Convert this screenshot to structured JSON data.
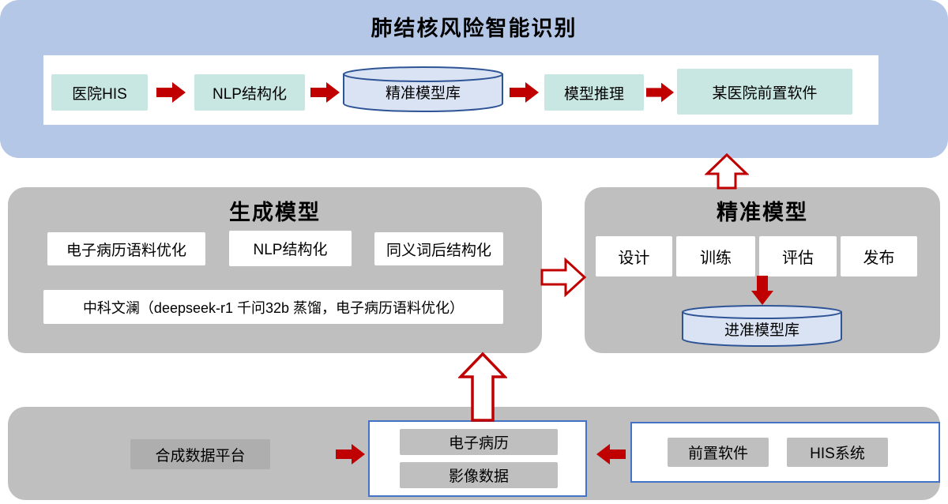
{
  "colors": {
    "top_band": "#b4c7e7",
    "section_gray": "#bfbfbf",
    "node_teal": "#c8e7e2",
    "node_gray": "#bfbfbf",
    "cylinder_fill": "#dae3f3",
    "cylinder_stroke": "#2e5496",
    "container_border": "#4472c4",
    "arrow_red": "#c00000"
  },
  "top_section": {
    "title": "肺结核风险智能识别",
    "nodes": {
      "hospital_his": "医院HIS",
      "nlp_structuring": "NLP结构化",
      "model_db": "精准模型库",
      "model_inference": "模型推理",
      "hospital_frontend": "某医院前置软件"
    }
  },
  "generation_section": {
    "title": "生成模型",
    "nodes": {
      "emr_corpus": "电子病历语料优化",
      "nlp_structuring": "NLP结构化",
      "synonym_structuring": "同义词后结构化",
      "wenlan": "中科文澜（deepseek-r1 千问32b 蒸馏，电子病历语料优化）"
    }
  },
  "precision_section": {
    "title": "精准模型",
    "steps": {
      "design": "设计",
      "train": "训练",
      "evaluate": "评估",
      "publish": "发布"
    },
    "model_db": "进准模型库"
  },
  "bottom_section": {
    "synthetic_platform": "合成数据平台",
    "emr": "电子病历",
    "imaging": "影像数据",
    "frontend": "前置软件",
    "his": "HIS系统"
  }
}
